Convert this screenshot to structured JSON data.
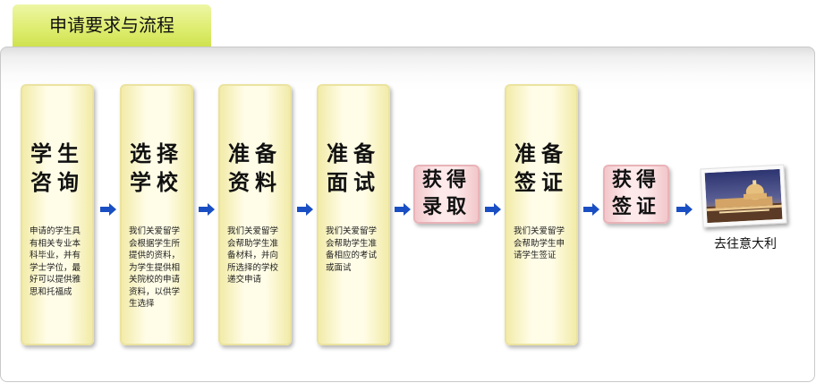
{
  "header": {
    "title": "申请要求与流程"
  },
  "steps": [
    {
      "title": "学生\n咨询",
      "desc": "申请的学生具有相关专业本科毕业，并有学士学位，最好可以提供雅思和托福成"
    },
    {
      "title": "选择\n学校",
      "desc": "我们关爱留学会根据学生所提供的资料，为学生提供相关院校的申请资料，以供学生选择"
    },
    {
      "title": "准备\n资料",
      "desc": "我们关爱留学会帮助学生准备材料，并向所选择的学校递交申请"
    },
    {
      "title": "准备\n面试",
      "desc": "我们关爱留学会帮助学生准备相应的考试或面试"
    },
    {
      "title": "准备\n签证",
      "desc": "我们关爱留学会帮助学生申请学生签证"
    }
  ],
  "milestones": [
    {
      "title": "获得\n录取"
    },
    {
      "title": "获得\n签证"
    }
  ],
  "destination": {
    "label": "去往意大利",
    "image_icon": "vatican-photo-icon"
  },
  "colors": {
    "tab": "#dfee73",
    "card_border": "#ebe39f",
    "card_fill": "#fffde7",
    "milestone_fill": "#fde9ea",
    "milestone_border": "#e9b3b8",
    "arrow": "#1a4fc4"
  }
}
